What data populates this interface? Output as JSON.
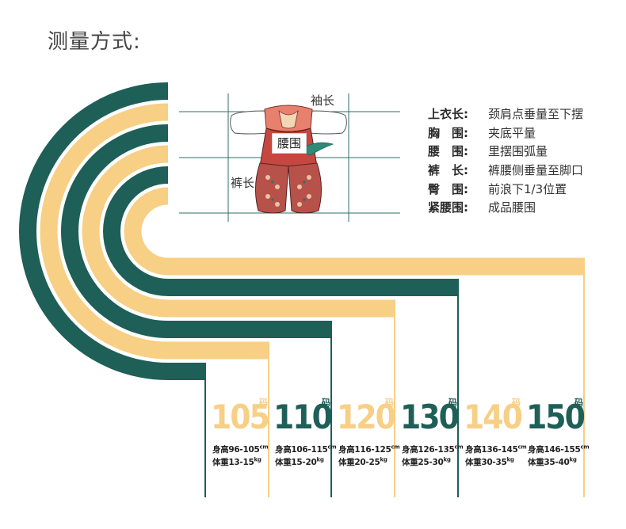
{
  "title": "测量方式:",
  "colors": {
    "green": "#1e5f58",
    "yellow": "#f7cf85",
    "guide": "#2f6e6a"
  },
  "guide_labels": {
    "sleeve": "袖长",
    "pants": "裤长",
    "waist": "腰围"
  },
  "measurements": [
    {
      "key": "上衣长:",
      "value": "颈肩点垂量至下摆"
    },
    {
      "key": "胸　围:",
      "value": "夹底平量"
    },
    {
      "key": "腰　围:",
      "value": "里摆围弧量"
    },
    {
      "key": "裤　长:",
      "value": "裤腰侧垂量至脚口"
    },
    {
      "key": "臀　围:",
      "value": "前浪下1/3位置"
    },
    {
      "key": "紧腰围:",
      "value": "成品腰围"
    }
  ],
  "sizes": [
    {
      "num": "105",
      "unit": "码",
      "height": "身高96-105",
      "h_unit": "cm",
      "weight": "体重13-15",
      "w_unit": "kg",
      "color": "#f7cf85"
    },
    {
      "num": "110",
      "unit": "码",
      "height": "身高106-115",
      "h_unit": "cm",
      "weight": "体重15-20",
      "w_unit": "kg",
      "color": "#1e5f58"
    },
    {
      "num": "120",
      "unit": "码",
      "height": "身高116-125",
      "h_unit": "cm",
      "weight": "体重20-25",
      "w_unit": "kg",
      "color": "#f7cf85"
    },
    {
      "num": "130",
      "unit": "码",
      "height": "身高126-135",
      "h_unit": "cm",
      "weight": "体重25-30",
      "w_unit": "kg",
      "color": "#1e5f58"
    },
    {
      "num": "140",
      "unit": "码",
      "height": "身高136-145",
      "h_unit": "cm",
      "weight": "体重30-35",
      "w_unit": "kg",
      "color": "#f7cf85"
    },
    {
      "num": "150",
      "unit": "码",
      "height": "身高146-155",
      "h_unit": "cm",
      "weight": "体重35-40",
      "w_unit": "kg",
      "color": "#1e5f58"
    }
  ]
}
